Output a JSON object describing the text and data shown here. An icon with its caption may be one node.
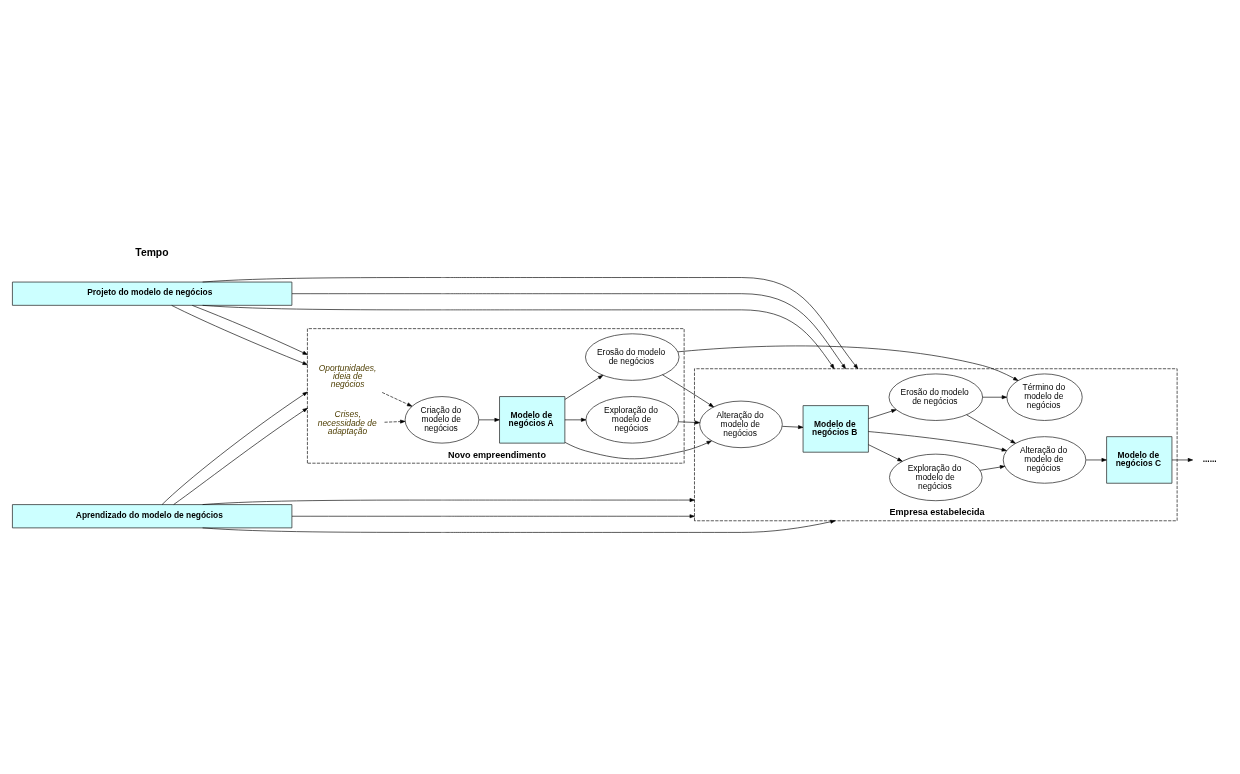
{
  "diagram": {
    "nodes": [
      {
        "text": [
          "Projeto do modelo de negócios"
        ]
      },
      {
        "text": [
          "Novo empreendimento"
        ]
      },
      {
        "text": [
          "Empresa estabelecida"
        ]
      },
      {
        "text": [
          "Oportunidades, ideia de negócios"
        ],
        "in": 1
      },
      {
        "text": [
          "Exploração do modelo de negócios"
        ],
        "in": 1
      },
      {
        "text": [
          "Criação do modelo de negócios"
        ],
        "in": 1
      },
      {
        "text": [
          "Modelo de negócios A"
        ],
        "in": 1
      },
      {
        "text": [
          "Crises, necessidade de adaptação"
        ],
        "in": 1
      },
      {
        "text": [
          "Erosão do modelo de negócios"
        ],
        "in": 1
      },
      {
        "text": [
          "Exploração do modelo de negócios"
        ],
        "in": 2
      },
      {
        "text": [
          "Alteração do modelo de negócios"
        ],
        "in": 2
      },
      {
        "text": [
          "Modelo de negócios B"
        ],
        "in": 2
      },
      {
        "text": [
          "Alteração do modelo de negócios"
        ],
        "in": 2
      },
      {
        "text": [
          "Modelo de negócios C"
        ],
        "in": 2
      },
      {
        "text": [
          "......"
        ]
      },
      {
        "text": [
          "Erosão do modelo de negócios"
        ],
        "in": 2
      },
      {
        "text": [
          "Término do modelo de negócios"
        ],
        "in": 2
      },
      {
        "text": [
          "Aprendizado do modelo de negócios"
        ]
      }
    ],
    "edges": [
      {
        "from": 0,
        "to": 1,
        "arrow": "to"
      },
      {
        "from": 0,
        "to": 1,
        "arrow": "to"
      },
      {
        "from": 0,
        "to": 2,
        "arrow": "to"
      },
      {
        "from": 0,
        "to": 2,
        "arrow": "to"
      },
      {
        "from": 0,
        "to": 2,
        "arrow": "to"
      },
      {
        "from": 3,
        "to": 5,
        "arrow": "to",
        "style": "dashed"
      },
      {
        "from": 7,
        "to": 5,
        "arrow": "to",
        "style": "dashed"
      },
      {
        "from": 5,
        "to": 6,
        "arrow": "to"
      },
      {
        "from": 6,
        "to": 4,
        "arrow": "to"
      },
      {
        "from": 6,
        "to": 8,
        "arrow": "to"
      },
      {
        "from": 4,
        "to": 10,
        "arrow": "to"
      },
      {
        "from": 8,
        "to": 10,
        "arrow": "to"
      },
      {
        "from": 6,
        "to": 10,
        "arrow": "to"
      },
      {
        "from": 10,
        "to": 11,
        "arrow": "to"
      },
      {
        "from": 11,
        "to": 9,
        "arrow": "to"
      },
      {
        "from": 11,
        "to": 15,
        "arrow": "to"
      },
      {
        "from": 9,
        "to": 12,
        "arrow": "to"
      },
      {
        "from": 15,
        "to": 12,
        "arrow": "to"
      },
      {
        "from": 11,
        "to": 12,
        "arrow": "to"
      },
      {
        "from": 12,
        "to": 13,
        "arrow": "to"
      },
      {
        "from": 13,
        "to": 14,
        "arrow": "to"
      },
      {
        "from": 8,
        "to": 16,
        "arrow": "to"
      },
      {
        "from": 15,
        "to": 16,
        "arrow": "to"
      },
      {
        "from": 17,
        "to": 1,
        "arrow": "to"
      },
      {
        "from": 17,
        "to": 1,
        "arrow": "to"
      },
      {
        "from": 17,
        "to": 2,
        "arrow": "to"
      },
      {
        "from": 17,
        "to": 2,
        "arrow": "to"
      },
      {
        "from": 17,
        "to": 2,
        "arrow": "to"
      }
    ],
    "labels": [
      "Tempo"
    ]
  }
}
